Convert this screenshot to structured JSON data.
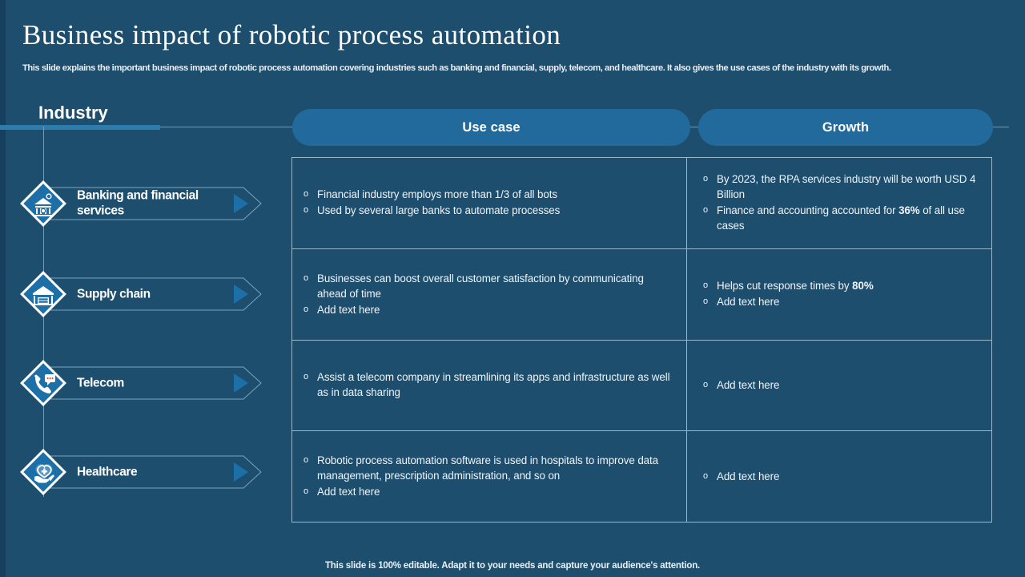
{
  "slide": {
    "title": "Business impact of robotic process automation",
    "subtitle": "This slide explains the important business impact of robotic process automation covering industries such as banking and financial, supply, telecom, and healthcare. It also gives the use cases of the industry with its growth.",
    "footer": "This slide is 100% editable. Adapt it to your needs and capture your audience's attention.",
    "background_color": "#1d4e6e",
    "accent_color": "#2c7cae",
    "pill_color": "#22699c",
    "border_color": "#9ab8cb"
  },
  "columns": {
    "industry_label": "Industry",
    "use_case_label": "Use case",
    "growth_label": "Growth"
  },
  "industries": [
    {
      "label": "Banking and financial services",
      "icon": "bank-icon"
    },
    {
      "label": "Supply chain",
      "icon": "warehouse-icon"
    },
    {
      "label": "Telecom",
      "icon": "phone-chat-icon"
    },
    {
      "label": "Healthcare",
      "icon": "hand-care-icon"
    }
  ],
  "rows": [
    {
      "use_case": [
        {
          "text": "Financial industry employs more than 1/3 of all bots"
        },
        {
          "text": "Used by several large banks to automate processes"
        }
      ],
      "growth": [
        {
          "text": "By 2023, the RPA services industry will be worth USD 4 Billion"
        },
        {
          "pre": "Finance and accounting accounted for ",
          "bold": "36%",
          "post": " of all use cases"
        }
      ]
    },
    {
      "use_case": [
        {
          "text": "Businesses can boost overall customer satisfaction by communicating ahead of time"
        },
        {
          "text": "Add text here"
        }
      ],
      "growth": [
        {
          "pre": "Helps cut response times by ",
          "bold": "80%",
          "post": ""
        },
        {
          "text": "Add text here"
        }
      ]
    },
    {
      "use_case": [
        {
          "text": "Assist a telecom company in streamlining its apps and infrastructure as well as in data sharing"
        }
      ],
      "growth": [
        {
          "text": "Add text here"
        }
      ]
    },
    {
      "use_case": [
        {
          "text": "Robotic process automation software is used in hospitals to improve data management, prescription administration, and so on"
        },
        {
          "text": "Add text here"
        }
      ],
      "growth": [
        {
          "text": "Add text here"
        }
      ]
    }
  ]
}
